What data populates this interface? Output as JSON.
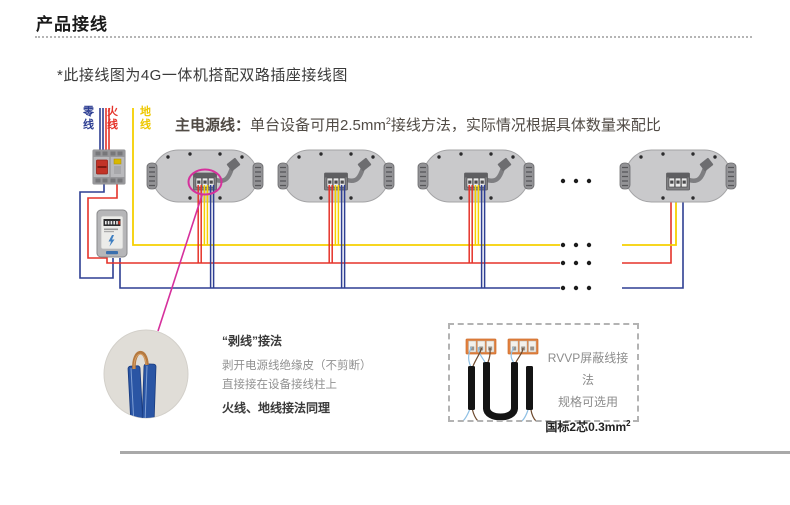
{
  "header": {
    "title": "产品接线"
  },
  "note": "*此接线图为4G一体机搭配双路插座接线图",
  "wire_labels": {
    "neutral": "零线",
    "live": "火线",
    "ground": "地线"
  },
  "main_power_note": {
    "label": "主电源线：",
    "text_a": "单台设备可用2.5mm",
    "sup": "2",
    "text_b": "接线方法，实际情况根据具体数量来配比"
  },
  "strip_method": {
    "title": "“剥线”接法",
    "desc1": "剥开电源线绝缘皮（不剪断）",
    "desc2": "直接接在设备接线柱上",
    "note": "火线、地线接法同理"
  },
  "rvvp": {
    "line1": "RVVP屏蔽线接法",
    "line2": "规格可选用",
    "line3": "国标2芯0.3mm",
    "sup": "2"
  },
  "colors": {
    "live_wire": "#e5332a",
    "neutral_wire": "#2e3f93",
    "ground_wire": "#f6d000",
    "annotation_magenta": "#d6309c",
    "terminal_orange": "#e2813f",
    "device_gray": "#c9c9cb"
  }
}
